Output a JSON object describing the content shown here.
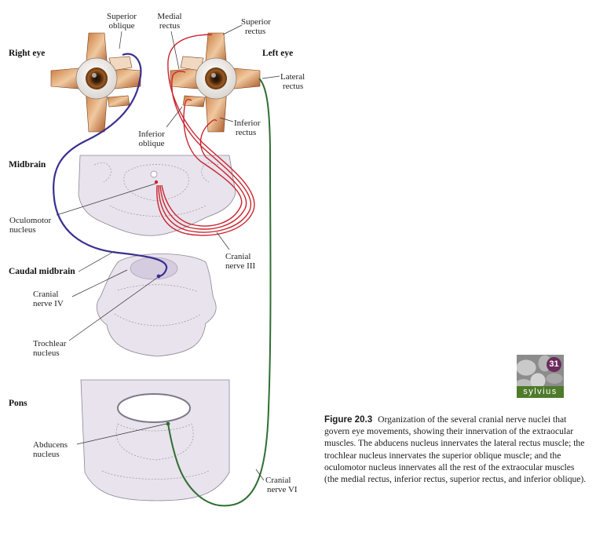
{
  "figure": {
    "number_label": "Figure 20.3",
    "caption": "Organization of the several cranial nerve nuclei that govern eye movements, showing their innervation of the extraocular muscles. The abducens nucleus innervates the lateral rectus muscle; the trochlear nucleus innervates the superior oblique muscle; and the oculomotor nucleus innervates all the rest of the extraocular muscles (the medial rectus, inferior rectus, superior rectus, and inferior oblique)."
  },
  "sections": {
    "right_eye": "Right eye",
    "left_eye": "Left eye",
    "midbrain": "Midbrain",
    "caudal_midbrain": "Caudal midbrain",
    "pons": "Pons"
  },
  "labels": {
    "superior_oblique": [
      "Superior",
      "oblique"
    ],
    "medial_rectus": [
      "Medial",
      "rectus"
    ],
    "superior_rectus": [
      "Superior",
      "rectus"
    ],
    "lateral_rectus": [
      "Lateral",
      "rectus"
    ],
    "inferior_rectus": [
      "Inferior",
      "rectus"
    ],
    "inferior_oblique": [
      "Inferior",
      "oblique"
    ],
    "oculomotor_nucleus": [
      "Oculomotor",
      "nucleus"
    ],
    "cranial_nerve_iii": [
      "Cranial",
      "nerve III"
    ],
    "cranial_nerve_iv": [
      "Cranial",
      "nerve IV"
    ],
    "trochlear_nucleus": [
      "Trochlear",
      "nucleus"
    ],
    "abducens_nucleus": [
      "Abducens",
      "nucleus"
    ],
    "cranial_nerve_vi": [
      "Cranial",
      "nerve VI"
    ]
  },
  "badge": {
    "number": "31",
    "word": "sylvius"
  },
  "colors": {
    "nerve_iii": "#c8242e",
    "nerve_iv": "#3a2f8f",
    "nerve_vi": "#2f6e32",
    "muscle": "#b5652a",
    "tissue": "#e6e1ea"
  }
}
